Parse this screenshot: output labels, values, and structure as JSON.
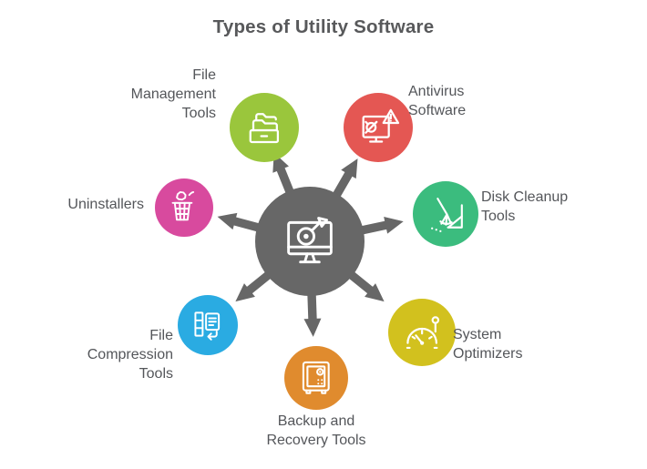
{
  "title": "Types of Utility Software",
  "colors": {
    "background": "#ffffff",
    "hub": "#676767",
    "title_text": "#58595b",
    "label_text": "#54565a",
    "icon_stroke": "#ffffff"
  },
  "hub": {
    "icon": "computer-target-icon"
  },
  "items": [
    {
      "id": "file-management-tools",
      "label": "File Management Tools",
      "color": "#9ac63c",
      "icon": "folder-drawer-icon",
      "position": "top-left"
    },
    {
      "id": "antivirus-software",
      "label": "Antivirus Software",
      "color": "#e45753",
      "icon": "antivirus-monitor-icon",
      "position": "top-right"
    },
    {
      "id": "disk-cleanup-tools",
      "label": "Disk Cleanup Tools",
      "color": "#3bbc7e",
      "icon": "broom-sweep-icon",
      "position": "right"
    },
    {
      "id": "system-optimizers",
      "label": "System Optimizers",
      "color": "#d2c11e",
      "icon": "speedometer-icon",
      "position": "bottom-right"
    },
    {
      "id": "backup-recovery-tools",
      "label": "Backup and Recovery Tools",
      "color": "#e08b2e",
      "icon": "safe-vault-icon",
      "position": "bottom"
    },
    {
      "id": "file-compression-tools",
      "label": "File Compression Tools",
      "color": "#2aabe2",
      "icon": "zip-document-icon",
      "position": "bottom-left"
    },
    {
      "id": "uninstallers",
      "label": "Uninstallers",
      "color": "#d84a9e",
      "icon": "trash-bin-icon",
      "position": "left"
    }
  ]
}
